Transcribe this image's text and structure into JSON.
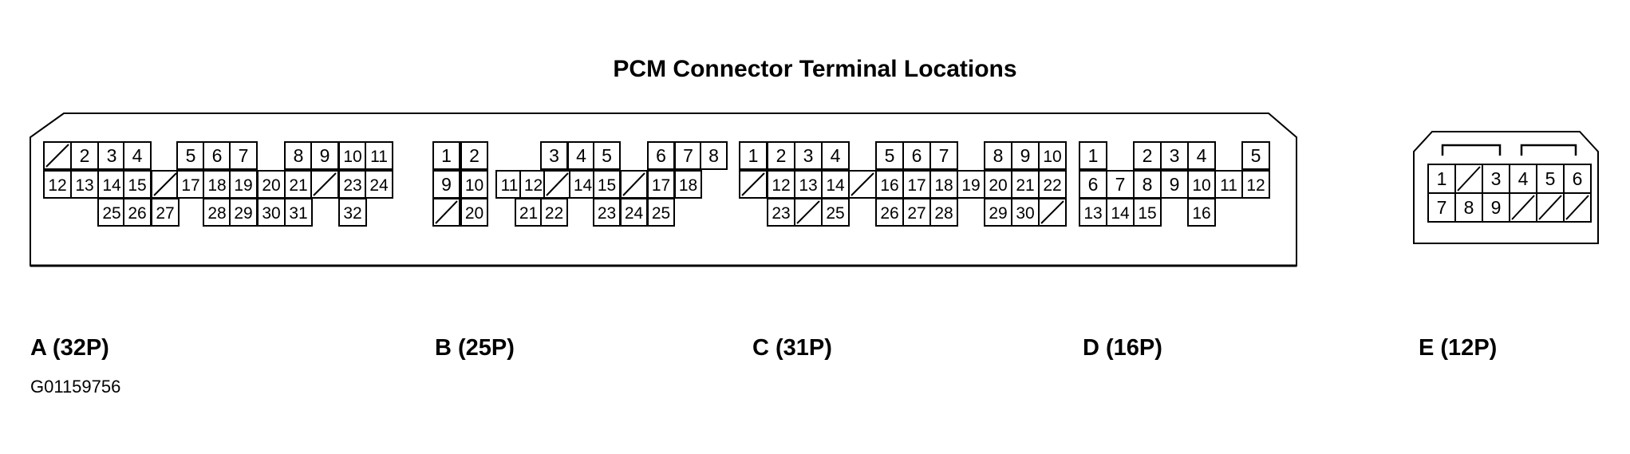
{
  "title": "PCM Connector Terminal Locations",
  "figure_id": "G01159756",
  "connectors": [
    {
      "id": "A",
      "label": "A (32P)",
      "rows": [
        [
          "/",
          "2",
          "3",
          "4",
          "",
          "5",
          "6",
          "7",
          "",
          "8",
          "9",
          "10",
          "11"
        ],
        [
          "12",
          "13",
          "14",
          "15",
          "/",
          "17",
          "18",
          "19",
          "20",
          "21",
          "/",
          "23",
          "24"
        ],
        [
          "",
          "",
          "25",
          "26",
          "27",
          "",
          "28",
          "29",
          "30",
          "31",
          "",
          "32",
          ""
        ]
      ]
    },
    {
      "id": "B",
      "label": "B (25P)",
      "rows": [
        [
          "1",
          "2",
          "",
          "",
          "3",
          "4",
          "5",
          "",
          "6",
          "7",
          "8"
        ],
        [
          "9",
          "10",
          "11",
          "12",
          "/",
          "14",
          "15",
          "/",
          "17",
          "18"
        ],
        [
          "/",
          "20",
          "",
          "21",
          "22",
          "",
          "23",
          "24",
          "25"
        ]
      ]
    },
    {
      "id": "C",
      "label": "C (31P)",
      "rows": [
        [
          "1",
          "2",
          "3",
          "4",
          "",
          "5",
          "6",
          "7",
          "",
          "8",
          "9",
          "10"
        ],
        [
          "/",
          "12",
          "13",
          "14",
          "/",
          "16",
          "17",
          "18",
          "19",
          "20",
          "21",
          "22"
        ],
        [
          "23",
          "/",
          "25",
          "",
          "26",
          "27",
          "28",
          "",
          "29",
          "30",
          "/"
        ]
      ]
    },
    {
      "id": "D",
      "label": "D (16P)",
      "rows": [
        [
          "1",
          "",
          "2",
          "3",
          "4",
          "",
          "5"
        ],
        [
          "6",
          "7",
          "8",
          "9",
          "10",
          "11",
          "12"
        ],
        [
          "13",
          "14",
          "15",
          "",
          "16"
        ]
      ]
    },
    {
      "id": "E",
      "label": "E (12P)",
      "rows": [
        [
          "1",
          "/",
          "3",
          "4",
          "5",
          "6"
        ],
        [
          "7",
          "8",
          "9",
          "/",
          "/",
          "/"
        ]
      ]
    }
  ]
}
